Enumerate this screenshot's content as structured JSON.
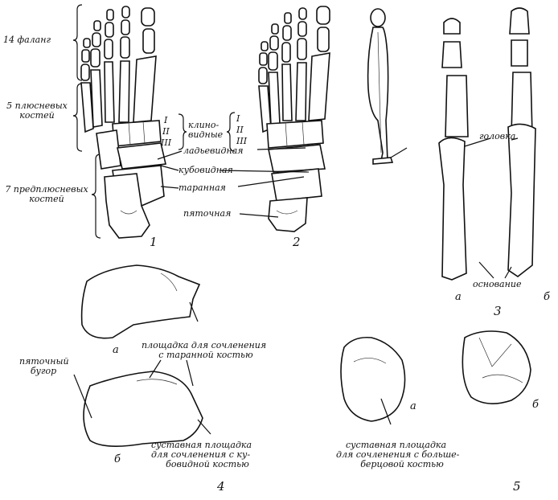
{
  "panel1": {
    "number": "1",
    "phalanges": "14 фаланг",
    "metatarsal_line1": "5 плюсневых",
    "metatarsal_line2": "костей",
    "tarsal_line1": "7 предплюсневых",
    "tarsal_line2": "костей",
    "roman": [
      "I",
      "II",
      "III"
    ]
  },
  "panel2": {
    "number": "2",
    "roman": [
      "I",
      "II",
      "III"
    ],
    "cuneiform_line1": "клино-",
    "cuneiform_line2": "видные",
    "navicular": "ладьевидная",
    "cuboid": "кубовидная",
    "talus": "таранная",
    "calcaneus": "пяточная"
  },
  "panel3": {
    "number": "3",
    "head": "головка",
    "base": "основание",
    "sub_a": "а",
    "sub_b": "б"
  },
  "panel4": {
    "number": "4",
    "sub_a": "а",
    "sub_b": "б",
    "tuber_line1": "пяточный",
    "tuber_line2": "бугор",
    "talar_line1": "площадка для сочленения",
    "talar_line2": "с таранной костью",
    "cuboid_line1": "суставная площадка",
    "cuboid_line2": "для сочленения с ку-",
    "cuboid_line3": "бовидной костью"
  },
  "panel5": {
    "number": "5",
    "sub_a": "а",
    "sub_b": "б",
    "tibial_line1": "суставная площадка",
    "tibial_line2": "для сочленения с больше-",
    "tibial_line3": "берцовой костью"
  }
}
